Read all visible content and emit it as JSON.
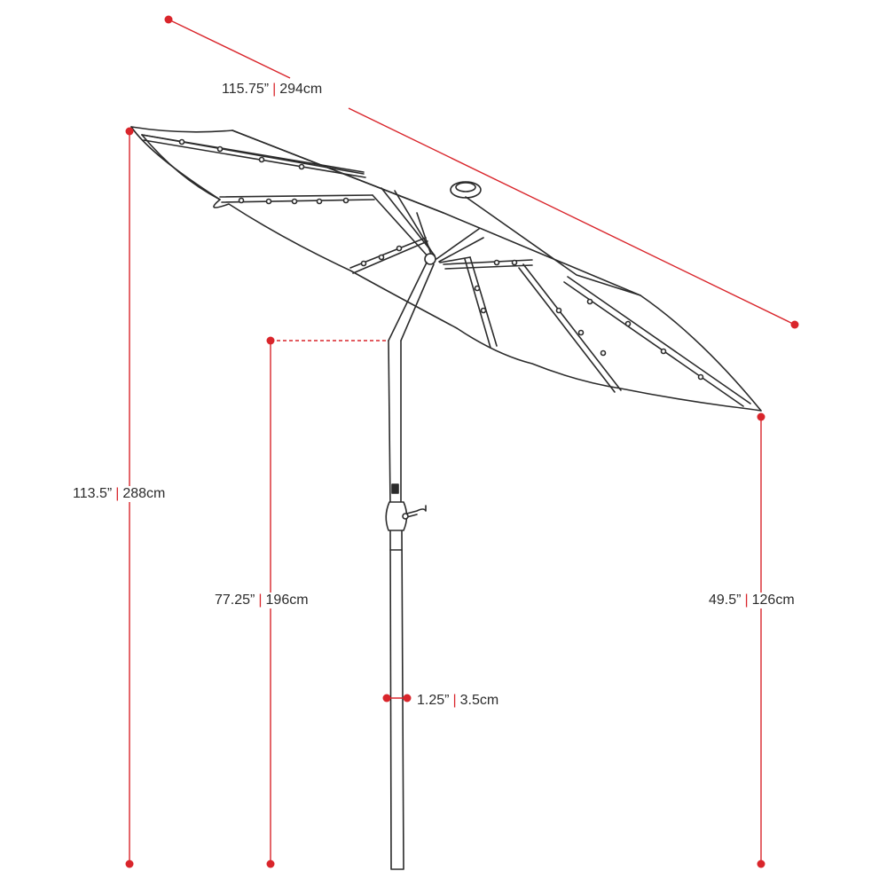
{
  "colors": {
    "dimension": "#d9252b",
    "outline": "#2b2b2b",
    "background": "#ffffff"
  },
  "dimensions": {
    "canopy_width": {
      "imperial": "115.75”",
      "metric": "294cm"
    },
    "total_height": {
      "imperial": "113.5”",
      "metric": "288cm"
    },
    "pole_height": {
      "imperial": "77.25”",
      "metric": "196cm"
    },
    "edge_clearance": {
      "imperial": "49.5”",
      "metric": "126cm"
    },
    "pole_diameter": {
      "imperial": "1.25”",
      "metric": "3.5cm"
    }
  },
  "separator": "|"
}
